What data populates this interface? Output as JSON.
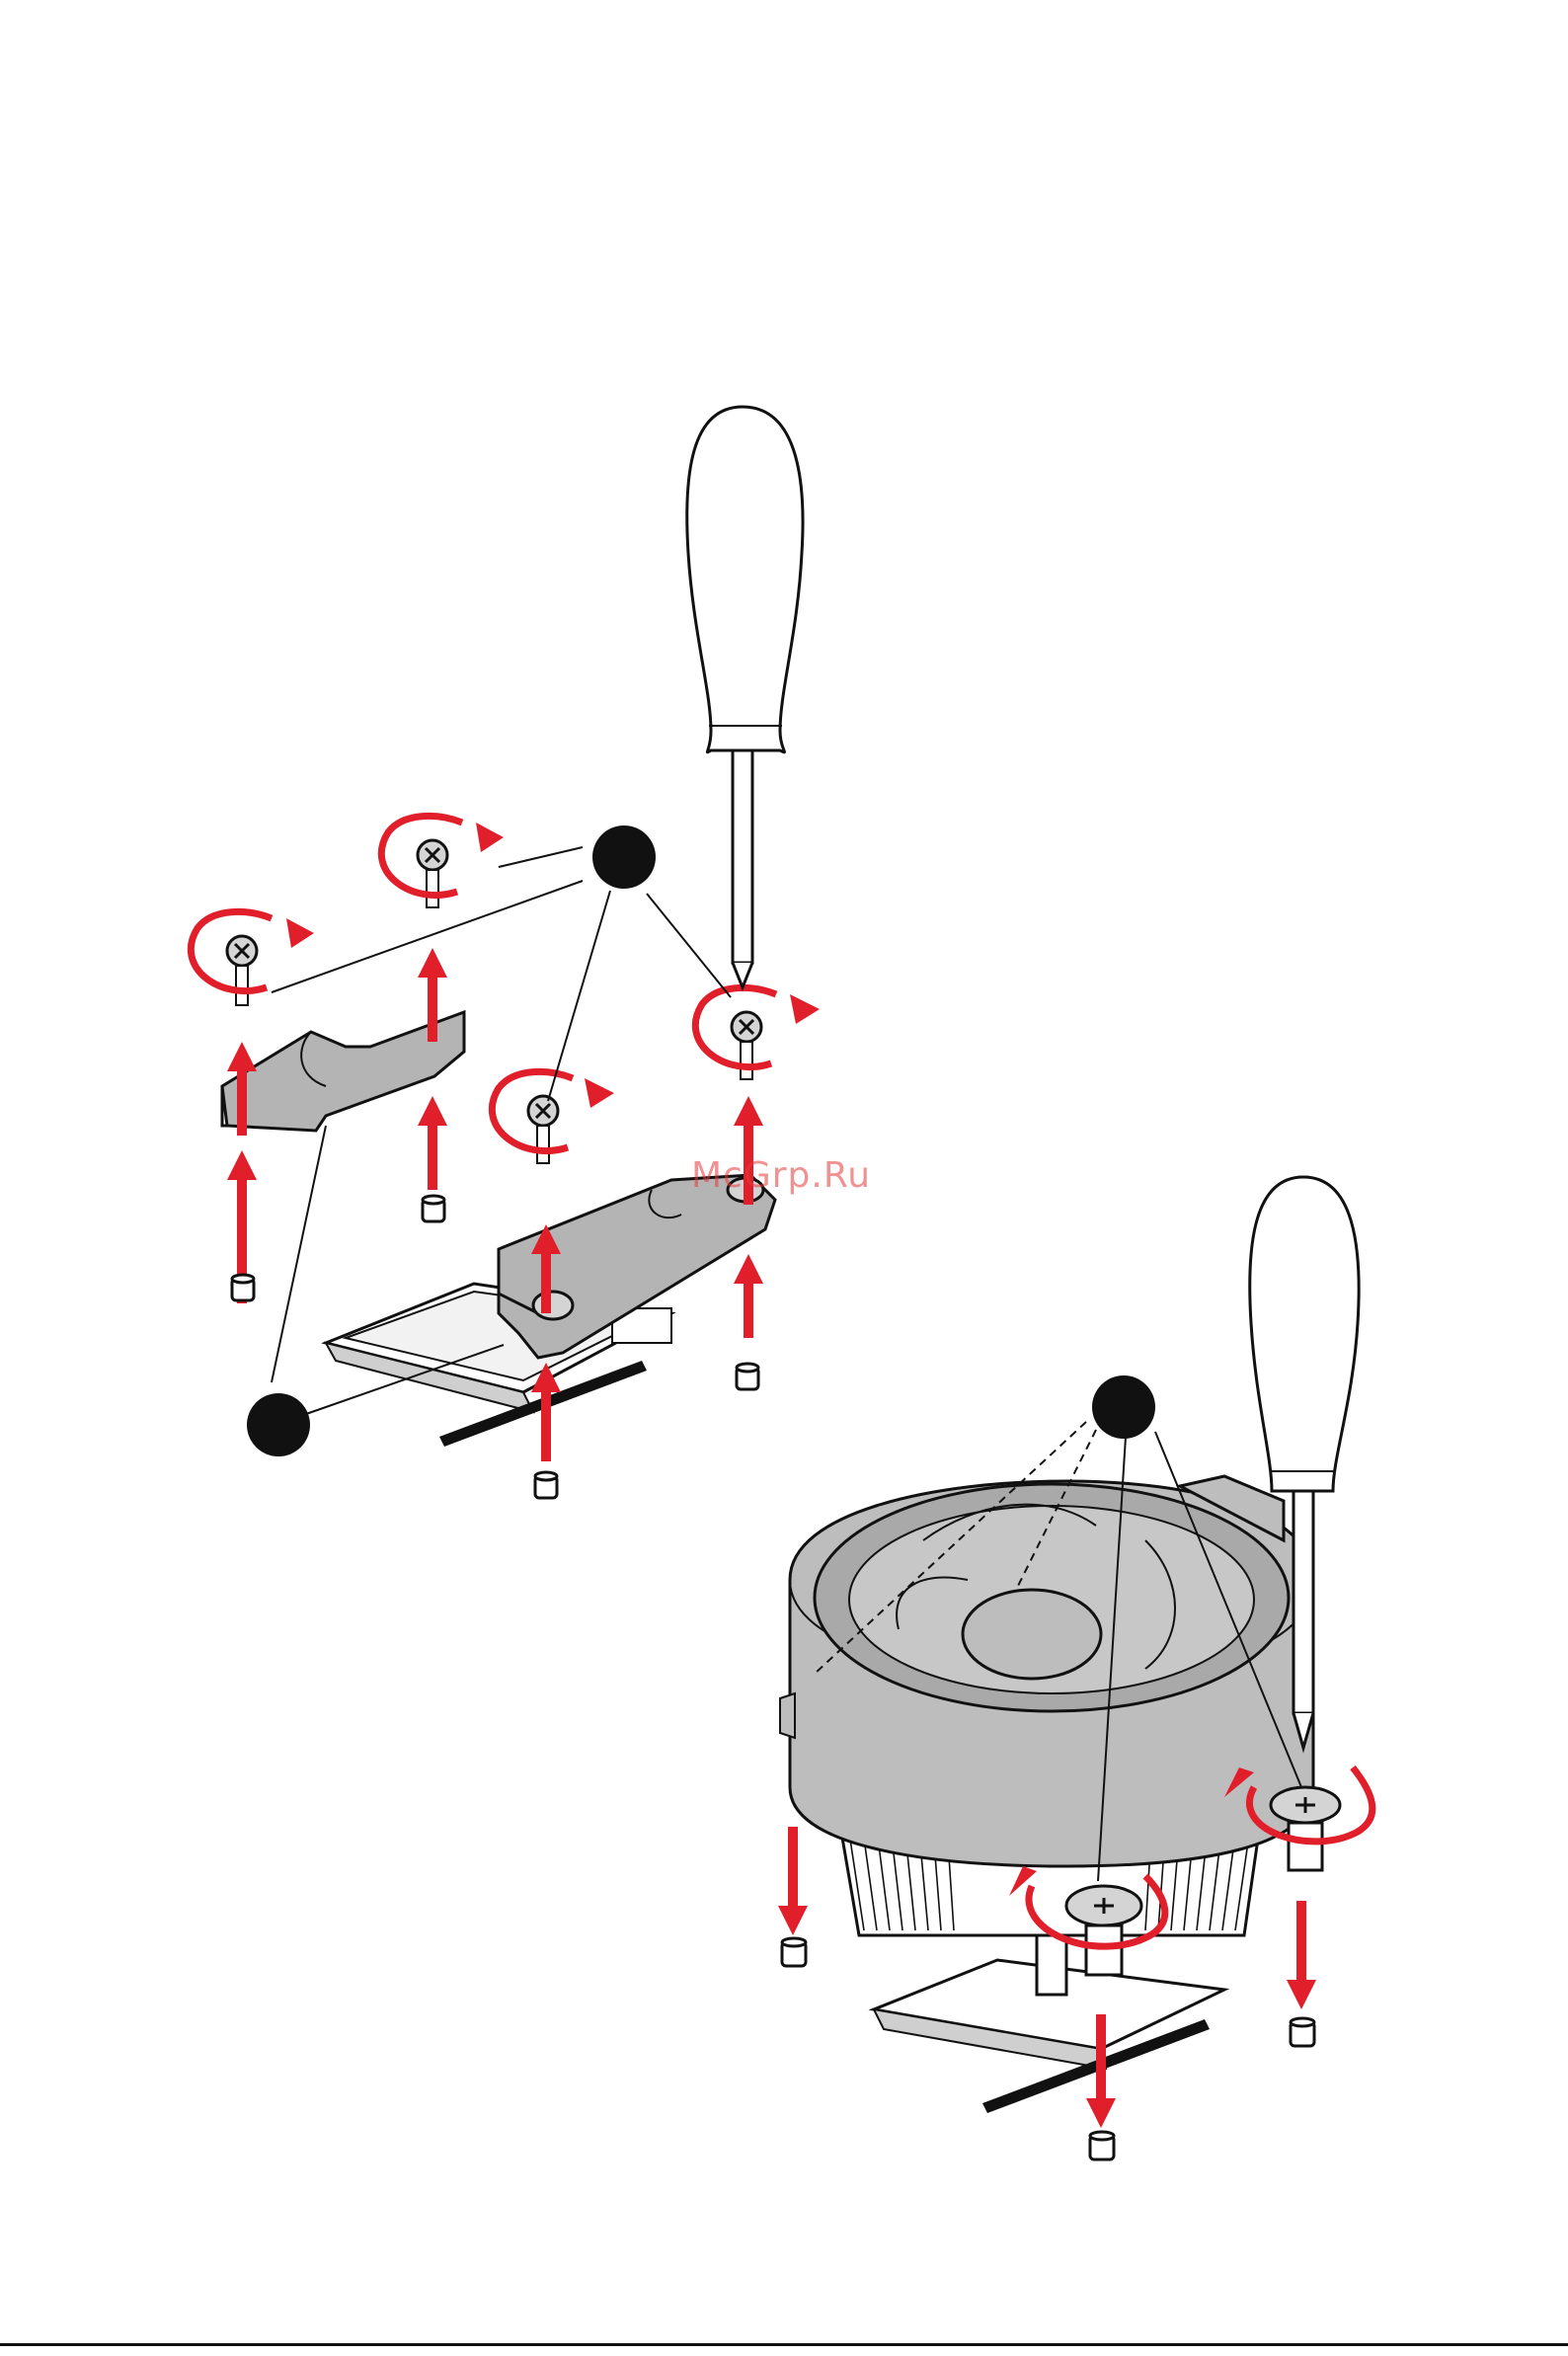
{
  "figure": {
    "watermark": "McGrp.Ru",
    "colors": {
      "arrow": "#e01f2b",
      "outline": "#111111",
      "part_fill": "#b4b4b4",
      "cooler_fill": "#bdbdbd",
      "callout": "#111111"
    },
    "callouts": [
      {
        "id": "callout-screws-top"
      },
      {
        "id": "callout-brackets"
      },
      {
        "id": "callout-cooler-screws"
      }
    ],
    "icons": [
      "screwdriver-icon",
      "screw-icon",
      "rotate-arrow-icon",
      "lift-arrow-icon",
      "standoff-icon"
    ]
  }
}
